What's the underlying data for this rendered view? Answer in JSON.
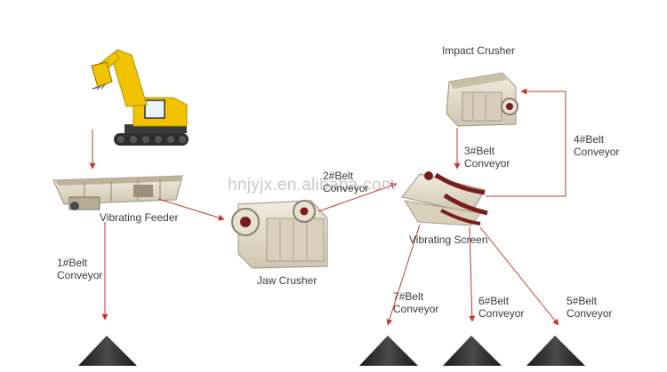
{
  "watermark": "hnjyjx.en.alibaba.com",
  "equipment": {
    "vibrating_feeder": "Vibrating Feeder",
    "jaw_crusher": "Jaw Crusher",
    "impact_crusher": "Impact Crusher",
    "vibrating_screen": "Vibrating Screen"
  },
  "conveyors": {
    "belt1": {
      "code": "1#Belt",
      "name": "Conveyor"
    },
    "belt2": {
      "code": "2#Belt",
      "name": "Conveyor"
    },
    "belt3": {
      "code": "3#Belt",
      "name": "Conveyor"
    },
    "belt4": {
      "code": "4#Belt",
      "name": "Conveyor"
    },
    "belt5": {
      "code": "5#Belt",
      "name": "Conveyor"
    },
    "belt6": {
      "code": "6#Belt",
      "name": "Conveyor"
    },
    "belt7": {
      "code": "7#Belt",
      "name": "Conveyor"
    }
  },
  "colors": {
    "arrow": "#c0392b",
    "excavator": "#f2c400",
    "machine": "#e4dcc8",
    "pile": "#2b2b2b"
  }
}
